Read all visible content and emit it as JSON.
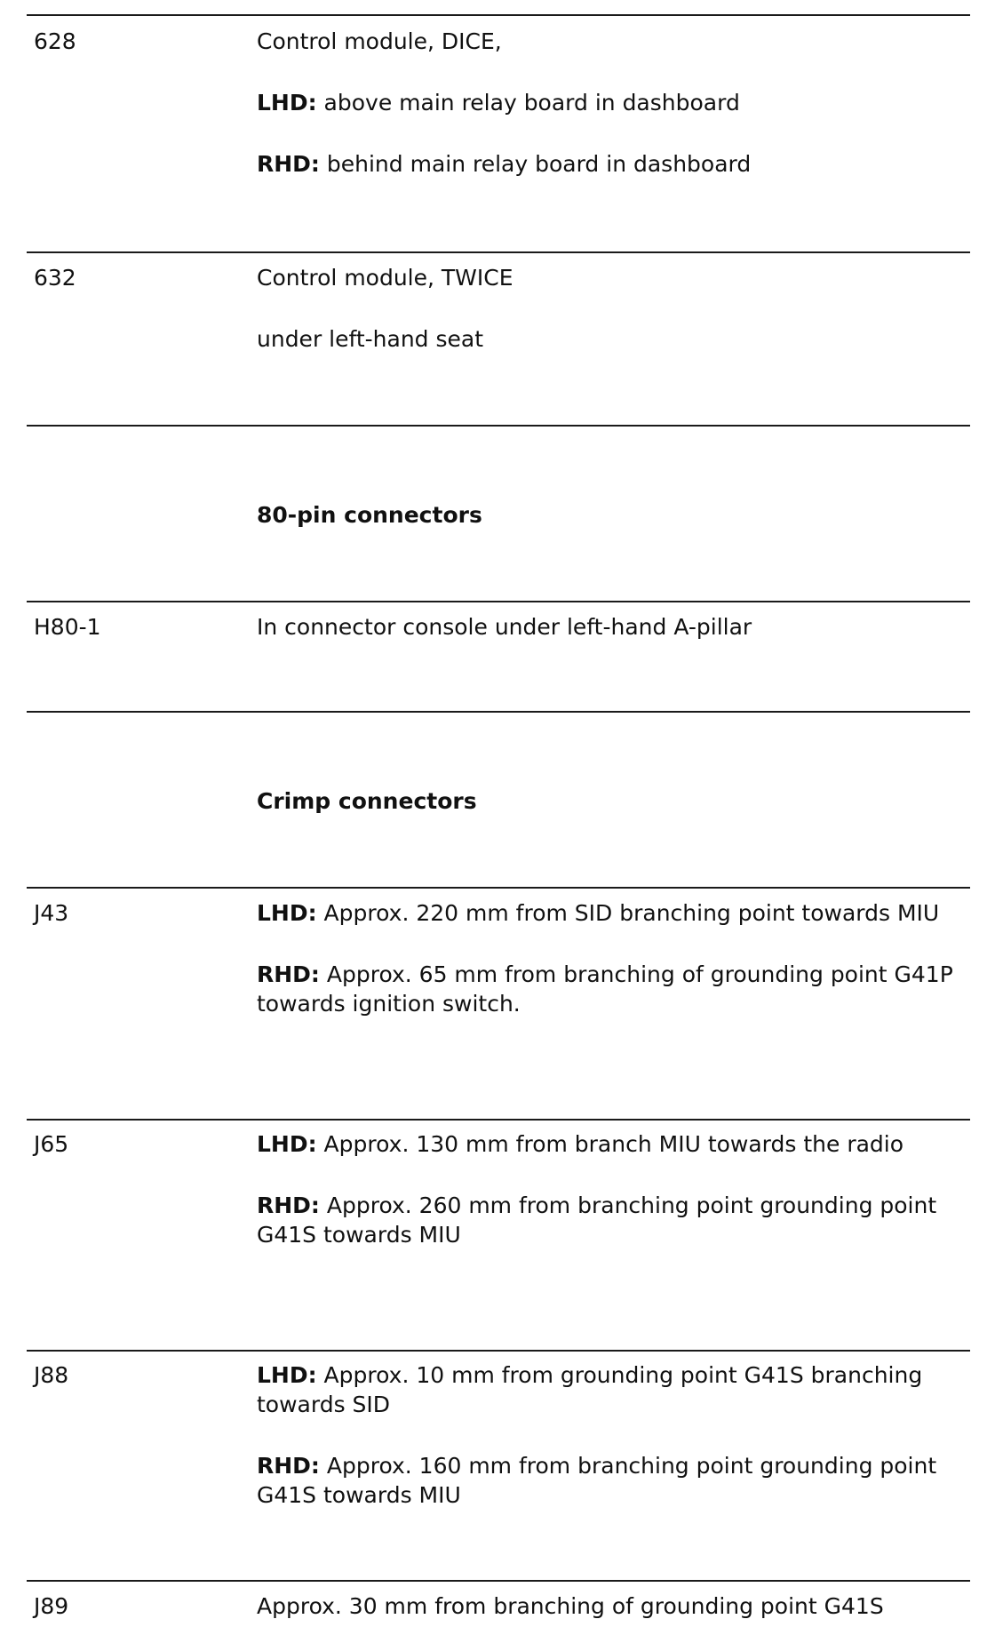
{
  "rows": [
    {
      "code": "628",
      "lines": [
        {
          "label": "",
          "text": "Control module, DICE,"
        },
        {
          "label": "LHD:",
          "text": " above main relay board in dashboard"
        },
        {
          "label": "RHD:",
          "text": " behind main relay board in dashboard"
        }
      ]
    },
    {
      "code": "632",
      "lines": [
        {
          "label": "",
          "text": "Control module, TWICE"
        },
        {
          "label": "",
          "text": "under left-hand seat"
        }
      ]
    },
    {
      "code": "H80-1",
      "lines": [
        {
          "label": "",
          "text": "In connector console under left-hand A-pillar"
        }
      ]
    },
    {
      "code": "J43",
      "lines": [
        {
          "label": "LHD:",
          "text": " Approx. 220 mm from SID branching point towards MIU"
        },
        {
          "label": "RHD:",
          "text": " Approx. 65 mm from branching of grounding point G41P towards ignition switch."
        }
      ]
    },
    {
      "code": "J65",
      "lines": [
        {
          "label": "LHD:",
          "text": " Approx. 130 mm from branch MIU towards the radio"
        },
        {
          "label": "RHD:",
          "text": " Approx. 260 mm from branching point grounding point G41S towards MIU"
        }
      ]
    },
    {
      "code": "J88",
      "lines": [
        {
          "label": "LHD:",
          "text": " Approx. 10 mm from grounding point G41S branching towards SID"
        },
        {
          "label": "RHD:",
          "text": " Approx. 160 mm from branching point grounding point G41S towards MIU"
        }
      ]
    },
    {
      "code": "J89",
      "lines": [
        {
          "label": "",
          "text": "Approx. 30 mm from branching of grounding point G41S"
        }
      ]
    }
  ],
  "sections": {
    "pin80": "80-pin connectors",
    "crimp": "Crimp connectors"
  }
}
